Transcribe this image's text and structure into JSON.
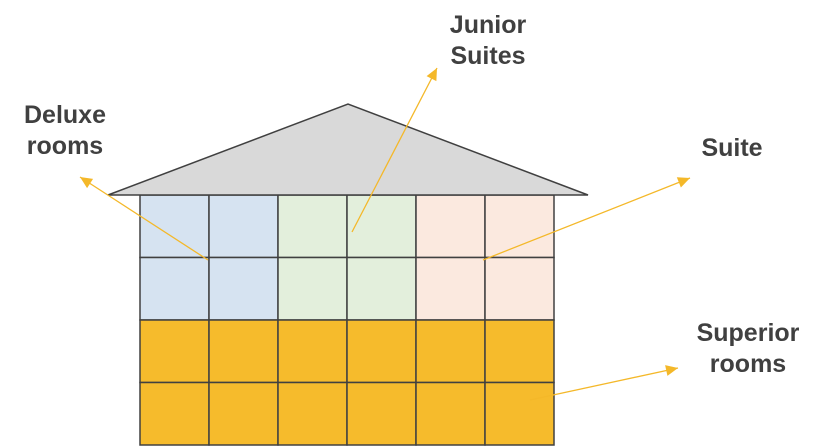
{
  "colors": {
    "roof": "#d9d9d9",
    "outline": "#404040",
    "arrow": "#f4b829",
    "deluxe": "#d6e3f1",
    "junior": "#e3efdc",
    "suite": "#fbe9df",
    "superior": "#f6bb2c"
  },
  "building": {
    "columns": 6,
    "rows": 4,
    "rows_by_type": [
      [
        "deluxe",
        "deluxe",
        "junior",
        "junior",
        "suite",
        "suite"
      ],
      [
        "deluxe",
        "deluxe",
        "junior",
        "junior",
        "suite",
        "suite"
      ],
      [
        "superior",
        "superior",
        "superior",
        "superior",
        "superior",
        "superior"
      ],
      [
        "superior",
        "superior",
        "superior",
        "superior",
        "superior",
        "superior"
      ]
    ]
  },
  "labels": {
    "junior": {
      "line1": "Junior",
      "line2": "Suites"
    },
    "deluxe": {
      "line1": "Deluxe",
      "line2": "rooms"
    },
    "suite": {
      "line1": "Suite"
    },
    "superior": {
      "line1": "Superior",
      "line2": "rooms"
    }
  }
}
